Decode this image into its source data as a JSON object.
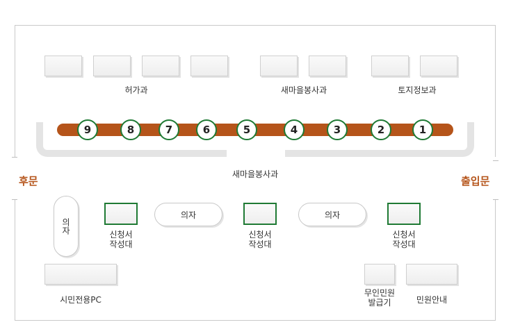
{
  "top_sections": {
    "permits": "허가과",
    "saemaeul": "새마을봉사과",
    "land": "토지정보과"
  },
  "counter_label": "새마을봉사과",
  "windows": [
    "9",
    "8",
    "7",
    "6",
    "5",
    "4",
    "3",
    "2",
    "1"
  ],
  "gates": {
    "rear": "후문",
    "entrance": "출입문"
  },
  "chairs": {
    "vertical": "의자",
    "first": "의자",
    "second": "의자"
  },
  "form_desks": [
    {
      "line1": "신청서",
      "line2": "작성대"
    },
    {
      "line1": "신청서",
      "line2": "작성대"
    },
    {
      "line1": "신청서",
      "line2": "작성대"
    }
  ],
  "citizen_pc": "시민전용PC",
  "kiosk": {
    "line1": "무인민원",
    "line2": "발급기"
  },
  "info_desk": "민원안내",
  "colors": {
    "accent": "#b5541a",
    "window_ring": "#1f7a34",
    "wall": "#c9c9c9"
  }
}
